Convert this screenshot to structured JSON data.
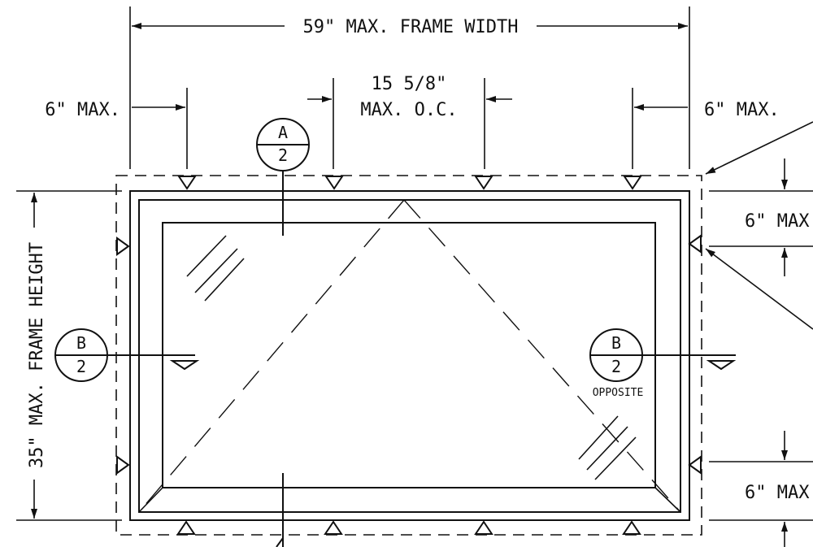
{
  "labels": {
    "frame_width": "59\" MAX. FRAME WIDTH",
    "left_edge_max": "6\" MAX.",
    "right_edge_max": "6\" MAX.",
    "spacing_line1": "15 5/8\"",
    "spacing_line2": "MAX. O.C.",
    "frame_height": "35\" MAX. FRAME HEIGHT",
    "top_edge_max": "6\" MAX",
    "bottom_edge_max": "6\" MAX",
    "opposite": "OPPOSITE"
  },
  "callouts": {
    "section_a": {
      "letter": "A",
      "sheet": "2"
    },
    "section_b_left": {
      "letter": "B",
      "sheet": "2"
    },
    "section_b_right": {
      "letter": "B",
      "sheet": "2"
    }
  }
}
